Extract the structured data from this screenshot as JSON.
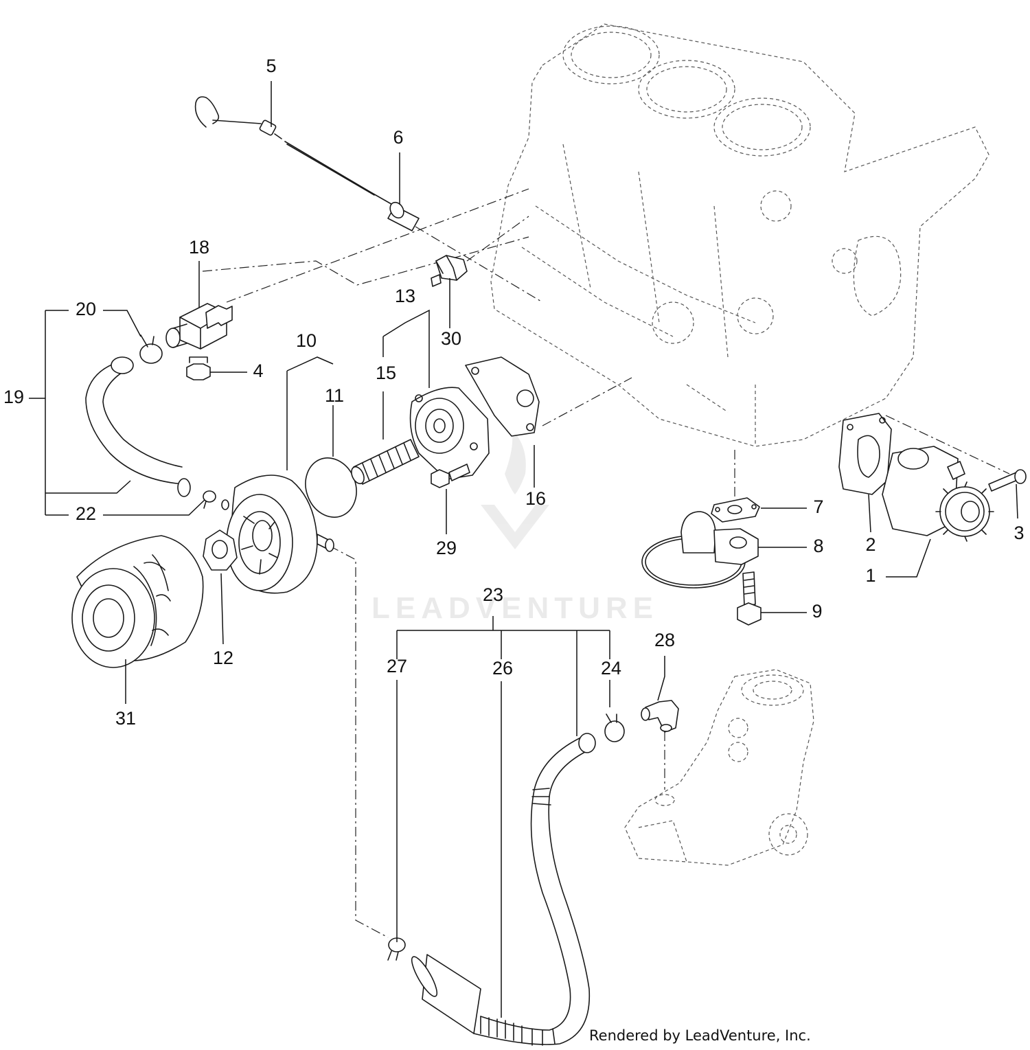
{
  "diagram": {
    "watermark": "LEADVENTURE",
    "credit": "Rendered by LeadVenture, Inc.",
    "callouts": [
      "1",
      "2",
      "3",
      "4",
      "5",
      "6",
      "7",
      "8",
      "9",
      "10",
      "11",
      "12",
      "13",
      "15",
      "16",
      "18",
      "19",
      "20",
      "22",
      "23",
      "24",
      "26",
      "27",
      "28",
      "29",
      "30",
      "31"
    ]
  }
}
